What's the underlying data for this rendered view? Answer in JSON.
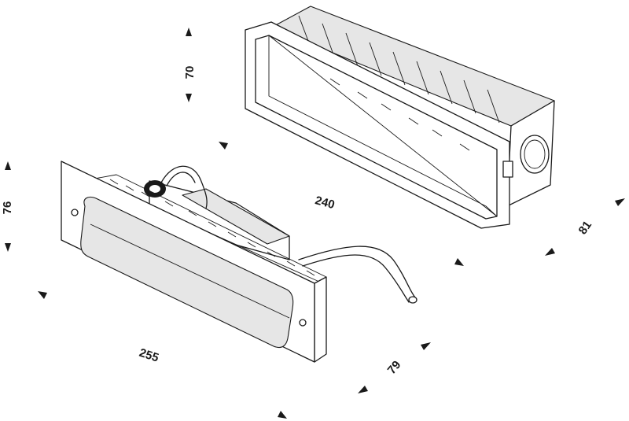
{
  "drawing": {
    "dimensions": {
      "housing_height": "70",
      "housing_length": "240",
      "housing_depth": "81",
      "frame_height": "76",
      "frame_length": "255",
      "frame_depth": "79"
    },
    "colors": {
      "line": "#1a1a1a",
      "background": "#ffffff",
      "shade": "#e6e6e6"
    }
  }
}
